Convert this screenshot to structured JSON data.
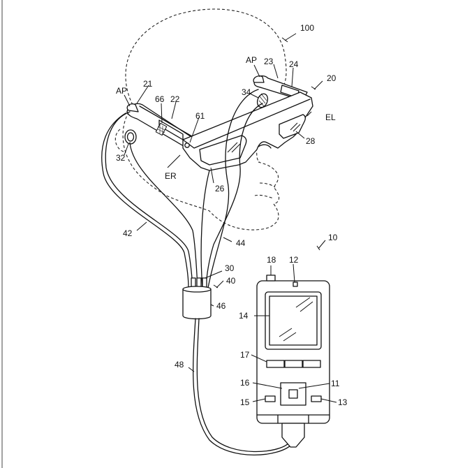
{
  "labels": {
    "l100": "100",
    "l20": "20",
    "l21": "21",
    "l22": "22",
    "l23": "23",
    "l24": "24",
    "l26": "26",
    "l28": "28",
    "l30": "30",
    "l32": "32",
    "l34": "34",
    "l40": "40",
    "l42": "42",
    "l44": "44",
    "l46": "46",
    "l48": "48",
    "l61": "61",
    "l66": "66",
    "l10": "10",
    "l11": "11",
    "l12": "12",
    "l13": "13",
    "l14": "14",
    "l15": "15",
    "l16": "16",
    "l17": "17",
    "l18": "18",
    "apLeft": "AP",
    "apRight": "AP",
    "er": "ER",
    "el": "EL"
  }
}
